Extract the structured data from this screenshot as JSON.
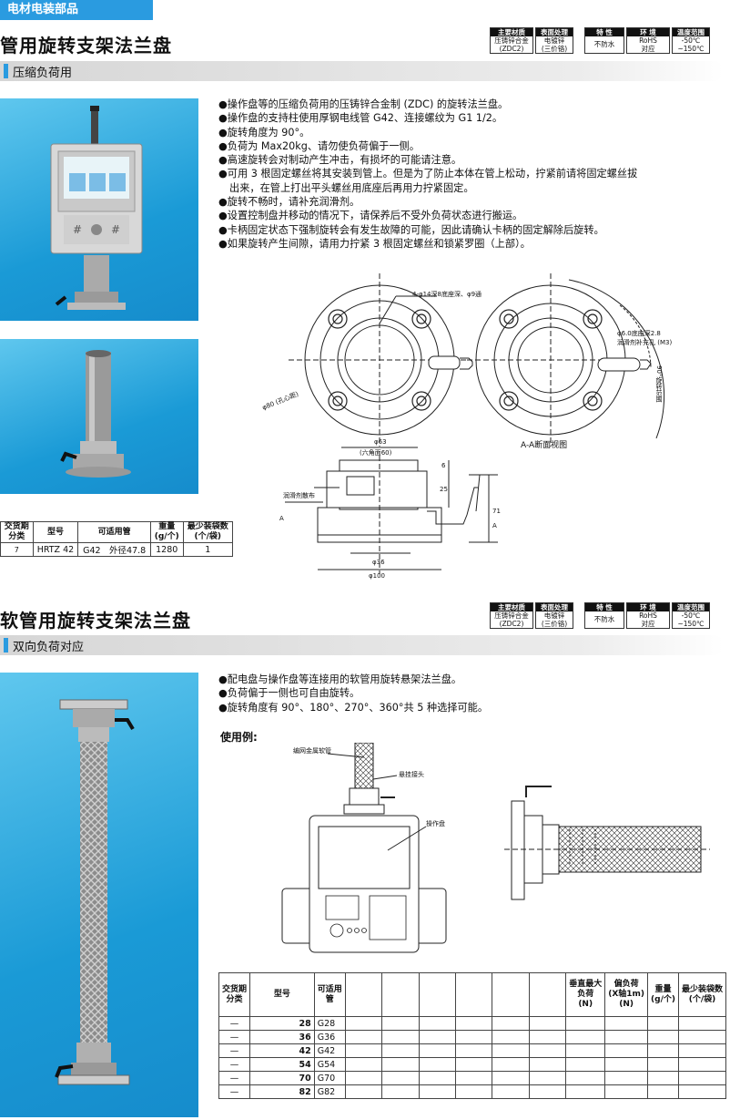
{
  "category": "电材电装部品",
  "spec_headers": {
    "material": "主要材质",
    "surface": "表面处理",
    "feature": "特 性",
    "env": "环 境",
    "temp": "温度范围"
  },
  "spec_values": {
    "material": "压铸锌合金\n(ZDC2)",
    "surface": "电镀锌\n(三价铬)",
    "feature": "不防水",
    "env": "RoHS\n对应",
    "temp": "-50℃\n~150℃"
  },
  "s1": {
    "title": "管用旋转支架法兰盘",
    "subtitle": "压缩负荷用",
    "bullets": [
      "●操作盘等的压缩负荷用的压铸锌合金制 (ZDC) 的旋转法兰盘。",
      "●操作盘的支持柱使用厚钢电线管 G42、连接螺纹为 G1 1/2。",
      "●旋转角度为 90°。",
      "●负荷为 Max20kg、请勿使负荷偏于一侧。",
      "●高速旋转会对制动产生冲击，有损坏的可能请注意。",
      "●可用 3 根固定螺丝将其安装到管上。但是为了防止本体在管上松动，拧紧前请将固定螺丝拔",
      "  出来，在管上打出平头螺丝用底座后再用力拧紧固定。",
      "●旋转不畅时，请补充润滑剂。",
      "●设置控制盘并移动的情况下，请保养后不受外负荷状态进行搬运。",
      "●卡柄固定状态下强制旋转会有发生故障的可能，因此请确认卡柄的固定解除后旋转。",
      "●如果旋转产生间隙，请用力拧紧 3 根固定螺丝和锁紧罗圈（上部）。"
    ],
    "drawing": {
      "hole_note": "4-φ14深8底座深、φ9通",
      "pcd": "φ80 (孔心距)",
      "lube_hole": "φ6.0底座深2.8",
      "lube_hole2": "润滑剂补充孔 (M3)",
      "section": "A-A断面视图",
      "angle": "90°旋转范围",
      "d63": "φ63",
      "hex60": "(六角面60)",
      "lube_cloth": "润滑剂散布",
      "d36": "φ36",
      "d100": "φ100",
      "h6": "6",
      "h25": "25",
      "h71": "71",
      "a": "A"
    },
    "table": {
      "headers": [
        "交货期\n分类",
        "型号",
        "可适用管",
        "重量\n(g/个)",
        "最少装袋数\n(个/袋)"
      ],
      "rows": [
        [
          "7",
          "HRTZ 42",
          "G42　外径47.8",
          "1280",
          "1"
        ]
      ]
    }
  },
  "s2": {
    "title": "软管用旋转支架法兰盘",
    "subtitle": "双向负荷对应",
    "bullets": [
      "●配电盘与操作盘等连接用的软管用旋转悬架法兰盘。",
      "●负荷偏于一侧也可自由旋转。",
      "●旋转角度有 90°、180°、270°、360°共 5 种选择可能。"
    ],
    "usage": "使用例:",
    "labels": {
      "hose": "编网金属软管",
      "joint": "悬挂接头",
      "panel": "操作盘"
    },
    "table": {
      "headers": [
        "交货期\n分类",
        "型号",
        "可适用\n管",
        "",
        "",
        "",
        "",
        "",
        "",
        "垂直最大\n负荷\n(N)",
        "偏负荷\n(X轴1m)\n(N)",
        "重量\n(g/个)",
        "最少装袋数\n(个/袋)"
      ],
      "rows": [
        [
          "—",
          "28",
          "G28"
        ],
        [
          "—",
          "36",
          "G36"
        ],
        [
          "—",
          "42",
          "G42"
        ],
        [
          "—",
          "54",
          "G54"
        ],
        [
          "—",
          "70",
          "G70"
        ],
        [
          "—",
          "82",
          "G82"
        ]
      ]
    }
  }
}
